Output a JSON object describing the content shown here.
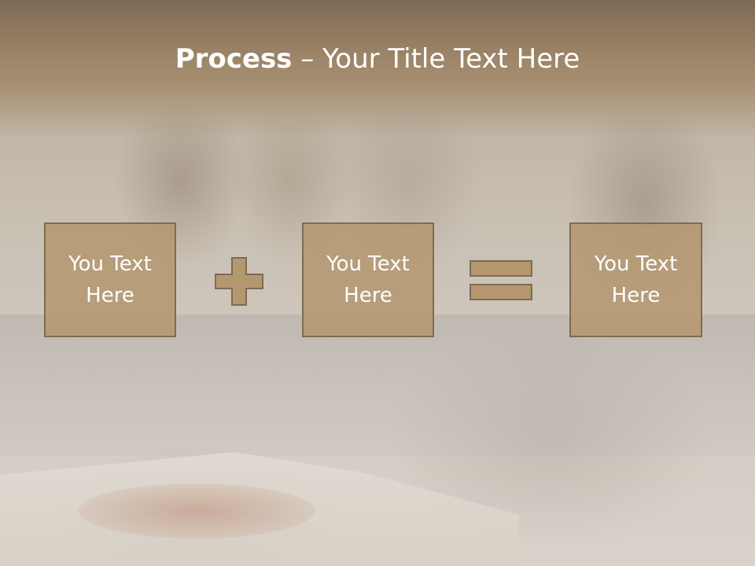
{
  "slide": {
    "title_bold": "Process",
    "title_rest": " – Your Title Text Here",
    "boxes": [
      {
        "text": "You Text\nHere"
      },
      {
        "text": "You Text\nHere"
      },
      {
        "text": "You Text\nHere"
      }
    ],
    "operators": [
      {
        "icon": "plus-icon",
        "color": "#b4976f"
      },
      {
        "icon": "equals-icon",
        "color": "#b4976f"
      }
    ],
    "colors": {
      "title_band": "#9a8366",
      "box_fill": "#b4976f",
      "box_border": "#7f6b52",
      "text": "#ffffff"
    }
  }
}
